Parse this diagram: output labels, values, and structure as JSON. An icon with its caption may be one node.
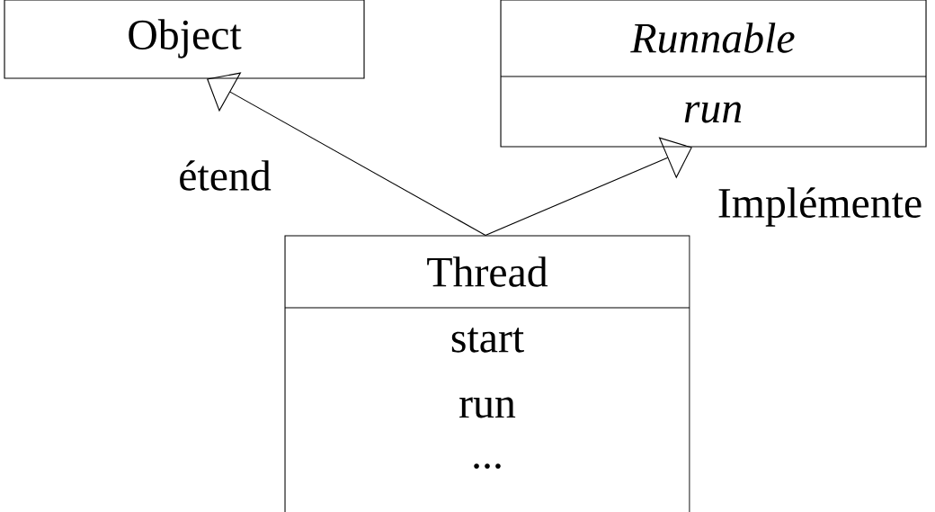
{
  "diagram": {
    "nodes": [
      {
        "text": [
          "Object"
        ]
      },
      {
        "text": [
          "Runnable",
          "run"
        ]
      },
      {
        "text": [
          "Thread",
          "start",
          "run",
          "..."
        ]
      }
    ],
    "edges": [
      {
        "from": 2,
        "to": 0,
        "arrow": "to",
        "label": "étend"
      },
      {
        "from": 2,
        "to": 1,
        "arrow": "to",
        "label": "Implémente"
      }
    ]
  }
}
